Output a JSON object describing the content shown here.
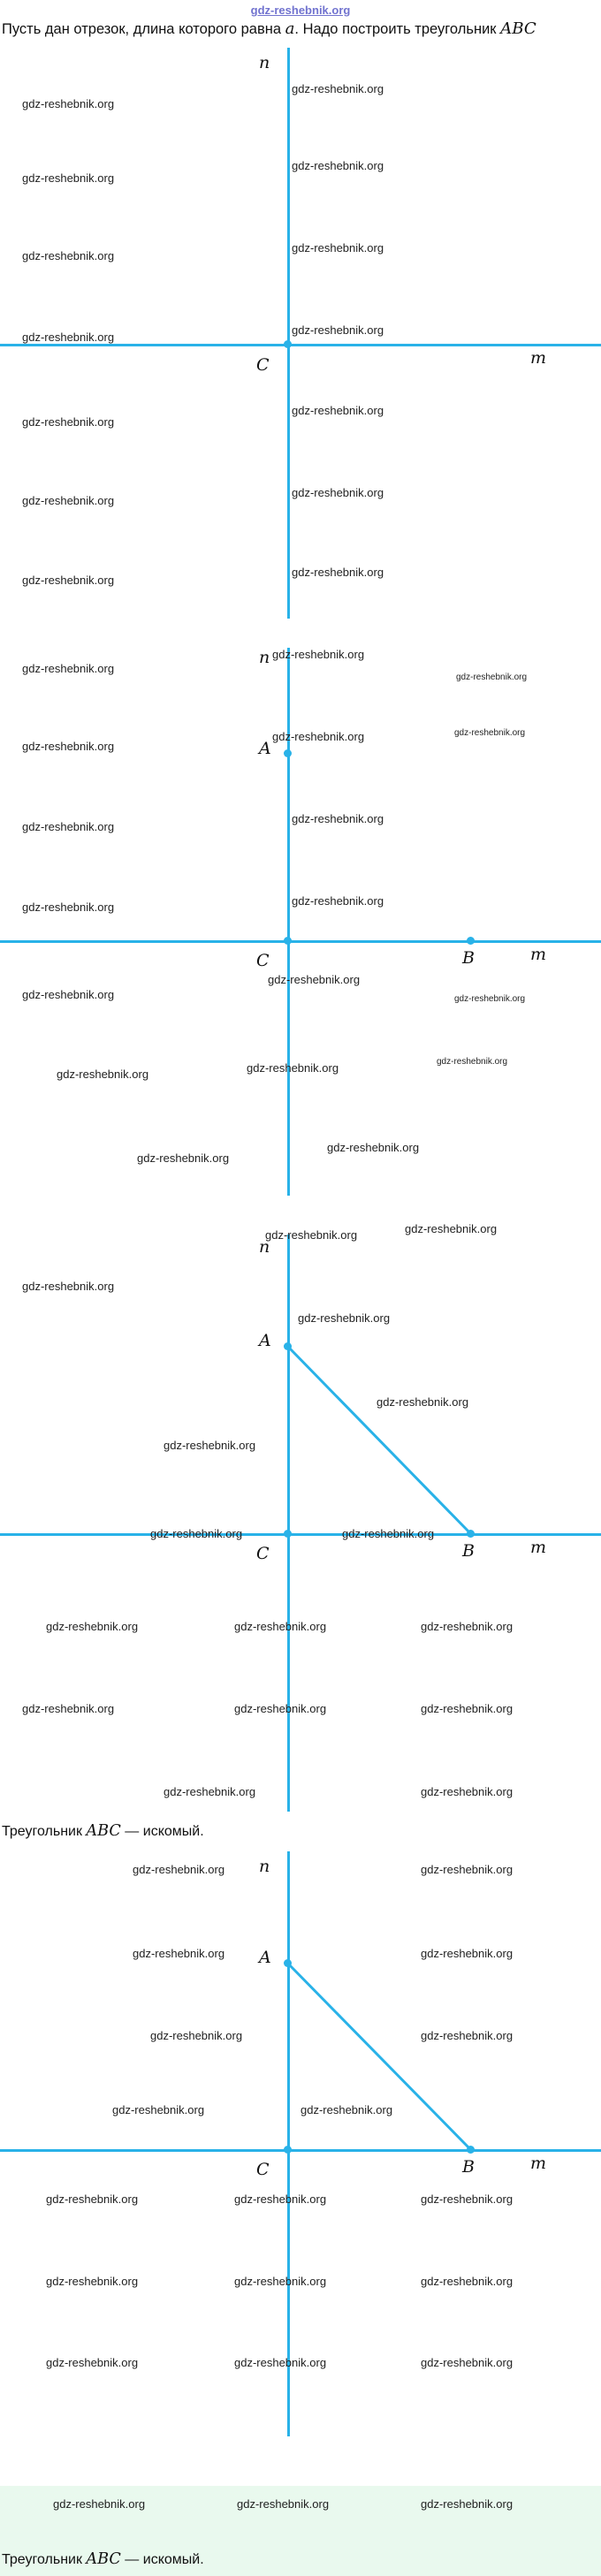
{
  "header": {
    "site_link": "gdz-reshebnik.org"
  },
  "problem": {
    "text_1": "Пусть дан отрезок, длина которого равна ",
    "math_a": "a",
    "text_2": ". Надо построить треугольник ",
    "math_abc": "ABC"
  },
  "watermark": {
    "text": "gdz-reshebnik.org"
  },
  "labels": {
    "line_n": "n",
    "line_m": "m",
    "point_a": "A",
    "point_b": "B",
    "point_c": "C"
  },
  "conclusion": {
    "text_1": "Треугольник ",
    "math_abc": "ABC",
    "text_2": " — искомый."
  },
  "footer_conclusion": {
    "text_1": "Треугольник ",
    "math_abc": "ABC",
    "text_2": " — искомый."
  },
  "colors": {
    "accent": "#29b2e8",
    "link": "#7173cf",
    "footer_background": "#e9f9ee",
    "watermark_text": "#1f1f1f"
  }
}
